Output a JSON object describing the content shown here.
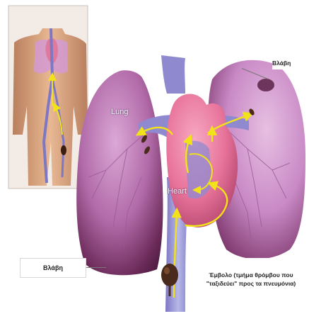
{
  "labels": {
    "lung": "Lung",
    "heart": "Heart",
    "damage_left": "Βλάβη",
    "damage_right": "Βλάβη",
    "embolus": "Έμβολο (τμήμα θρόμβου που \"ταξιδεύει\" προς τα πνευμόνια)"
  },
  "colors": {
    "lung_light": "#c98ac6",
    "lung_dark": "#6a2a58",
    "heart": "#e8739a",
    "vein": "#8f8ad0",
    "vessel_light": "#b7b8e8",
    "arrow": "#f2e21a",
    "clot": "#4a2a1a",
    "skin": "#d9a27c"
  }
}
